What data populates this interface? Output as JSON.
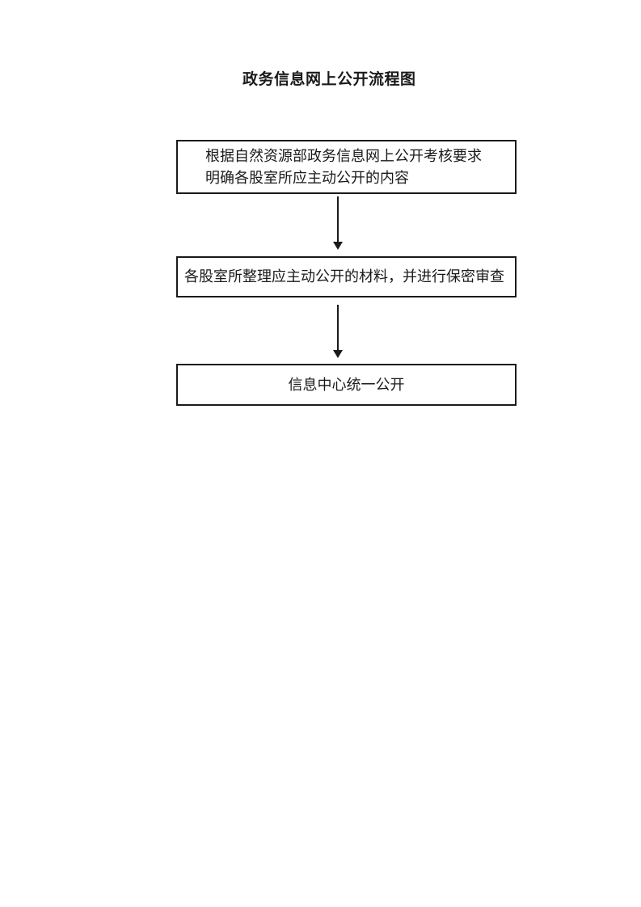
{
  "colors": {
    "ink": "#1a1a1a",
    "paper": "#ffffff"
  },
  "title": "政务信息网上公开流程图",
  "flowchart": {
    "nodes": [
      {
        "id": "step-1",
        "lines": [
          "根据自然资源部政务信息网上公开考核要求",
          "明确各股室所应主动公开的内容"
        ],
        "align": "left"
      },
      {
        "id": "step-2",
        "lines": [
          "各股室所整理应主动公开的材料，并进行保密审查"
        ],
        "align": "left"
      },
      {
        "id": "step-3",
        "lines": [
          "信息中心统一公开"
        ],
        "align": "center"
      }
    ],
    "connectors": [
      {
        "from": "step-1",
        "to": "step-2",
        "type": "arrow-down"
      },
      {
        "from": "step-2",
        "to": "step-3",
        "type": "arrow-down"
      }
    ]
  }
}
